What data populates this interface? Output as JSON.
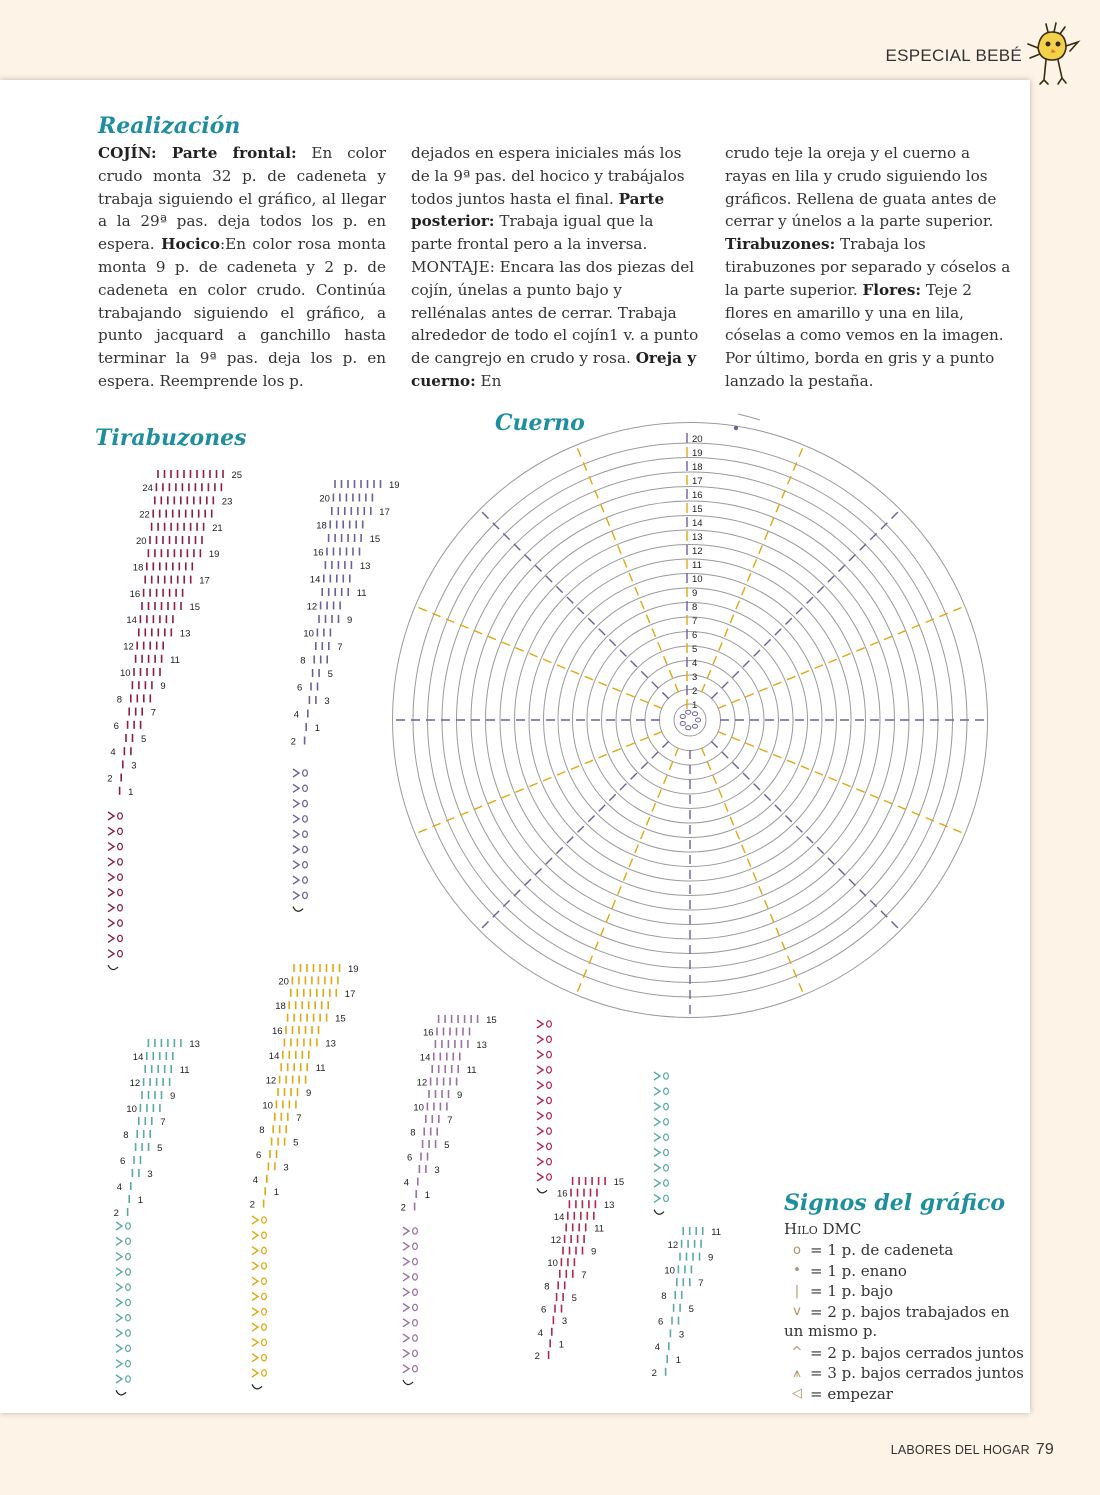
{
  "header": {
    "section": "ESPECIAL BEBÉ"
  },
  "title": "Realización",
  "columns": {
    "col1": [
      {
        "b": "COJÍN: Parte frontal:"
      },
      {
        "t": " En color crudo monta 32 p. de cadeneta y trabaja siguiendo el gráfico, al llegar a la 29ª pas. deja todos los p. en espera. "
      },
      {
        "b": "Hocico"
      },
      {
        "t": ":En color rosa monta monta 9 p. de cadeneta y 2 p. de cadeneta en color crudo. Continúa trabajando siguiendo el gráfico, a punto jacquard a ganchillo hasta terminar la 9ª pas. deja los p. en espera. Reemprende los p."
      }
    ],
    "col2": [
      {
        "t": "dejados en espera iniciales más los de la 9ª pas. del hocico y trabájalos todos juntos hasta el final. "
      },
      {
        "b": "Parte posterior:"
      },
      {
        "t": " Trabaja igual que la parte frontal pero a la inversa."
      },
      {
        "br": true
      },
      {
        "t": "MONTAJE: Encara las dos piezas del cojín, únelas a punto bajo y rellénalas antes de cerrar. Trabaja alrededor de todo el cojín1 v. a punto de cangrejo en crudo y rosa. "
      },
      {
        "b": "Oreja y cuerno:"
      },
      {
        "t": " En"
      }
    ],
    "col3": [
      {
        "t": "crudo teje la oreja y el cuerno a rayas en lila y crudo siguiendo los gráficos. Rellena de guata antes de cerrar y únelos a la parte superior. "
      },
      {
        "b": "Tirabuzones:"
      },
      {
        "t": " Trabaja los tirabuzones por separado y cóselos a la parte superior. "
      },
      {
        "b": "Flores:"
      },
      {
        "t": " Teje 2 flores en amarillo y una en lila, cóselas a como vemos en la imagen. Por último, borda en gris y a punto lanzado la pestaña."
      }
    ]
  },
  "charts": {
    "tirabuzones_title": "Tirabuzones",
    "cuerno_title": "Cuerno",
    "cuerno_rounds": [
      "1",
      "2",
      "3",
      "4",
      "5",
      "6",
      "7",
      "8",
      "9",
      "10",
      "11",
      "12",
      "13",
      "14",
      "15",
      "16",
      "17",
      "18",
      "19",
      "20"
    ],
    "colors": {
      "maroon": "#8c1d45",
      "purple": "#6e5f9c",
      "teal": "#59a9a6",
      "yellow": "#e0a70f",
      "mauve": "#9c6fa2",
      "crimson": "#b0284f",
      "grey": "#9a9a9a"
    },
    "spirals": [
      {
        "color": "maroon",
        "labels_left": [
          "24",
          "22",
          "20",
          "18",
          "16",
          "14",
          "12",
          "10",
          "8",
          "6",
          "4",
          "2"
        ],
        "labels_right": [
          "25",
          "23",
          "21",
          "19",
          "17",
          "15",
          "13",
          "11",
          "9",
          "7",
          "5",
          "3",
          "1"
        ]
      },
      {
        "color": "purple",
        "labels_left": [
          "20",
          "18",
          "16",
          "14",
          "12",
          "10",
          "8",
          "6",
          "4",
          "2"
        ],
        "labels_right": [
          "19",
          "17",
          "15",
          "13",
          "11",
          "9",
          "7",
          "5",
          "3",
          "1"
        ]
      },
      {
        "color": "teal",
        "labels_left": [
          "14",
          "12",
          "10",
          "8",
          "6",
          "4",
          "2"
        ],
        "labels_right": [
          "13",
          "11",
          "9",
          "7",
          "5",
          "3",
          "1"
        ]
      },
      {
        "color": "yellow",
        "labels_left": [
          "20",
          "18",
          "16",
          "14",
          "12",
          "10",
          "8",
          "6",
          "4",
          "2"
        ],
        "labels_right": [
          "19",
          "17",
          "15",
          "13",
          "11",
          "9",
          "7",
          "5",
          "3",
          "1"
        ]
      },
      {
        "color": "mauve",
        "labels_left": [
          "16",
          "14",
          "12",
          "10",
          "8",
          "6",
          "4",
          "2"
        ],
        "labels_right": [
          "15",
          "13",
          "11",
          "9",
          "7",
          "5",
          "3",
          "1"
        ]
      },
      {
        "color": "crimson",
        "labels_left": [
          "16",
          "14",
          "12",
          "10",
          "8",
          "6",
          "4",
          "2"
        ],
        "labels_right": [
          "15",
          "13",
          "11",
          "9",
          "7",
          "5",
          "3",
          "1"
        ]
      },
      {
        "color": "teal",
        "labels_left": [
          "12",
          "10",
          "8",
          "6",
          "4",
          "2"
        ],
        "labels_right": [
          "11",
          "9",
          "7",
          "5",
          "3",
          "1"
        ]
      }
    ]
  },
  "legend": {
    "title": "Signos del gráfico",
    "sub": "Hilo DMC",
    "items": [
      {
        "sym": "o",
        "text": "= 1 p. de cadeneta"
      },
      {
        "sym": "•",
        "text": "= 1 p. enano"
      },
      {
        "sym": "|",
        "text": "= 1 p. bajo"
      },
      {
        "sym": "v",
        "text": "= 2 p. bajos trabajados en"
      },
      {
        "sym": "",
        "text": "un mismo p."
      },
      {
        "sym": "^",
        "text": "= 2 p. bajos cerrados juntos"
      },
      {
        "sym": "⩚",
        "text": "= 3 p. bajos cerrados juntos"
      },
      {
        "sym": "◁",
        "text": "= empezar"
      }
    ]
  },
  "footer": {
    "magazine": "LABORES DEL HOGAR",
    "page": "79"
  }
}
